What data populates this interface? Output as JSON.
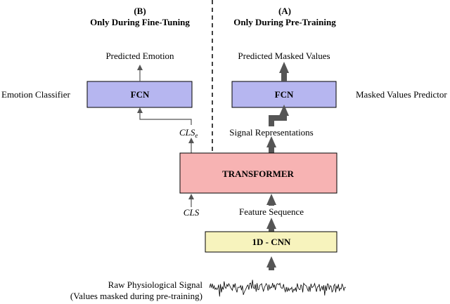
{
  "headers": {
    "right": {
      "letter": "(A)",
      "text": "Only During Pre-Training"
    },
    "left": {
      "letter": "(B)",
      "text": "Only During Fine-Tuning"
    }
  },
  "boxes": {
    "fcn_left": {
      "label": "FCN",
      "fill": "#b6b6f0"
    },
    "fcn_right": {
      "label": "FCN",
      "fill": "#b6b6f0"
    },
    "transformer": {
      "label": "TRANSFORMER",
      "fill": "#f7b3b3"
    },
    "cnn": {
      "label": "1D - CNN",
      "fill": "#f7f3bd"
    }
  },
  "labels": {
    "predicted_emotion": "Predicted Emotion",
    "predicted_masked_values": "Predicted Masked Values",
    "emotion_classifier": "Emotion Classifier",
    "masked_values_predictor": "Masked Values Predictor",
    "cls_e_base": "CLS",
    "cls_e_sub": "e",
    "signal_representations": "Signal Representations",
    "cls": "CLS",
    "feature_sequence": "Feature Sequence",
    "raw_signal_line1": "Raw Physiological Signal",
    "raw_signal_line2": "(Values masked during pre-training)"
  },
  "colors": {
    "arrow": "#555555",
    "box_stroke": "#000000",
    "divider": "#000000"
  }
}
